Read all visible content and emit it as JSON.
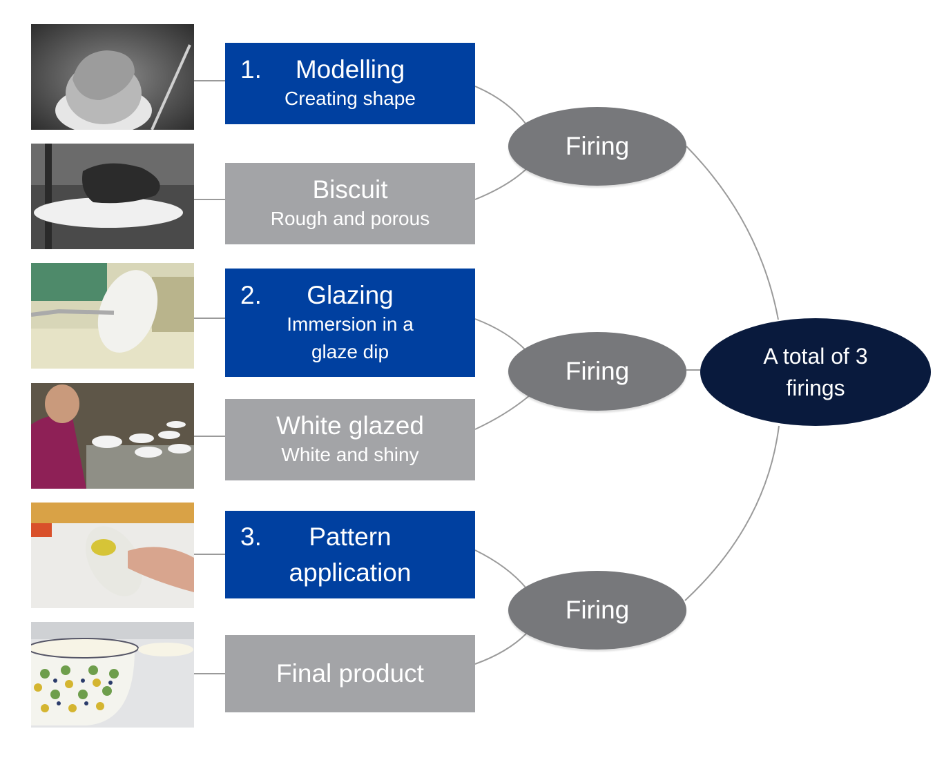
{
  "diagram": {
    "title": "Porcelain production process",
    "colors": {
      "step_box": "#0040a0",
      "result_box": "#a3a4a7",
      "firing_ellipse": "#77787b",
      "total_ellipse": "#091a3d",
      "connector": "#9a9a9a"
    },
    "steps": [
      {
        "number": "1.",
        "title": "Modelling",
        "subtitle": "Creating shape",
        "photo": "hands-shaping-clay-on-wheel"
      },
      {
        "number": "2.",
        "title": "Glazing",
        "subtitle": "Immersion in a glaze dip",
        "subtitle_lines": [
          "Immersion in a",
          "glaze dip"
        ],
        "photo": "plate-dipped-in-glaze"
      },
      {
        "number": "3.",
        "title": "Pattern application",
        "title_lines": [
          "Pattern",
          "application"
        ],
        "photo": "hand-painting-mug"
      }
    ],
    "results": [
      {
        "title": "Biscuit",
        "subtitle": "Rough and porous",
        "photo": "hand-holding-plate"
      },
      {
        "title": "White glazed",
        "subtitle": "White and shiny",
        "photo": "woman-inspecting-lids"
      },
      {
        "title": "Final product",
        "subtitle": "",
        "photo": "patterned-bowls"
      }
    ],
    "firings": [
      {
        "label": "Firing"
      },
      {
        "label": "Firing"
      },
      {
        "label": "Firing"
      }
    ],
    "total": {
      "label": "A total of 3 firings",
      "lines": [
        "A total of 3",
        "firings"
      ]
    }
  }
}
